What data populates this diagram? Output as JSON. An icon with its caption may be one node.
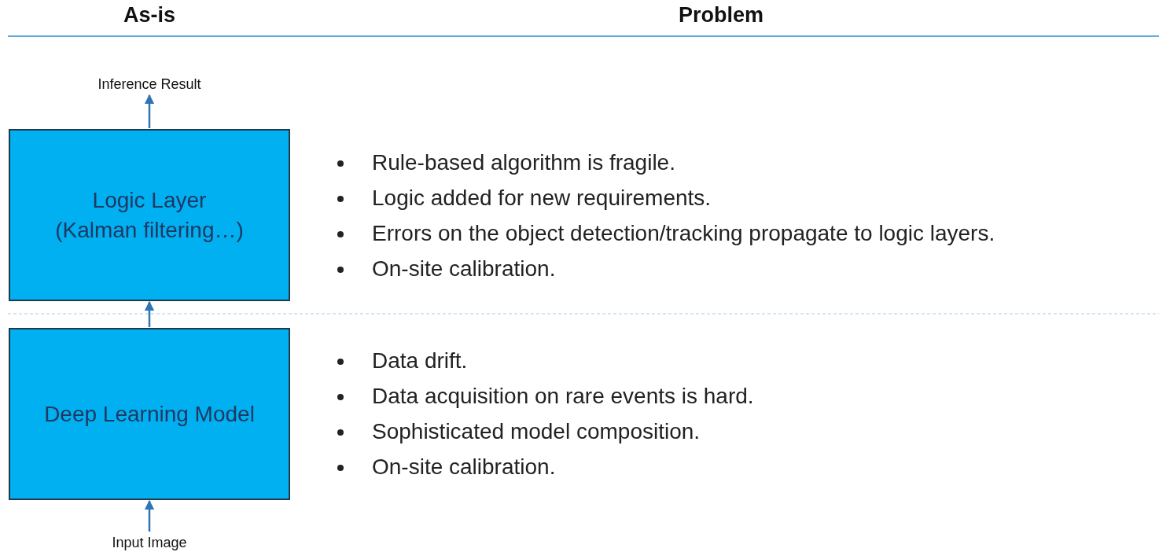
{
  "diagram": {
    "nodes": [
      {
        "text": [
          "Inference Result"
        ]
      },
      {
        "text": [
          "Logic Layer",
          "(Kalman filtering…)"
        ]
      },
      {
        "text": [
          "Deep Learning Model"
        ]
      },
      {
        "text": [
          "Input Image"
        ]
      }
    ],
    "edges": [
      {
        "from": 3,
        "to": 2,
        "arrow": "to"
      },
      {
        "from": 2,
        "to": 1,
        "arrow": "to"
      },
      {
        "from": 1,
        "to": 0,
        "arrow": "to"
      }
    ],
    "labels": [
      "As-is",
      "Problem",
      "Rule-based algorithm is fragile.",
      "Logic added for new requirements.",
      "Errors on the object detection/tracking propagate to logic layers.",
      "On-site calibration.",
      "Data drift.",
      "Data acquisition on rare events is hard.",
      "Sophisticated model composition.",
      "On-site calibration."
    ]
  }
}
